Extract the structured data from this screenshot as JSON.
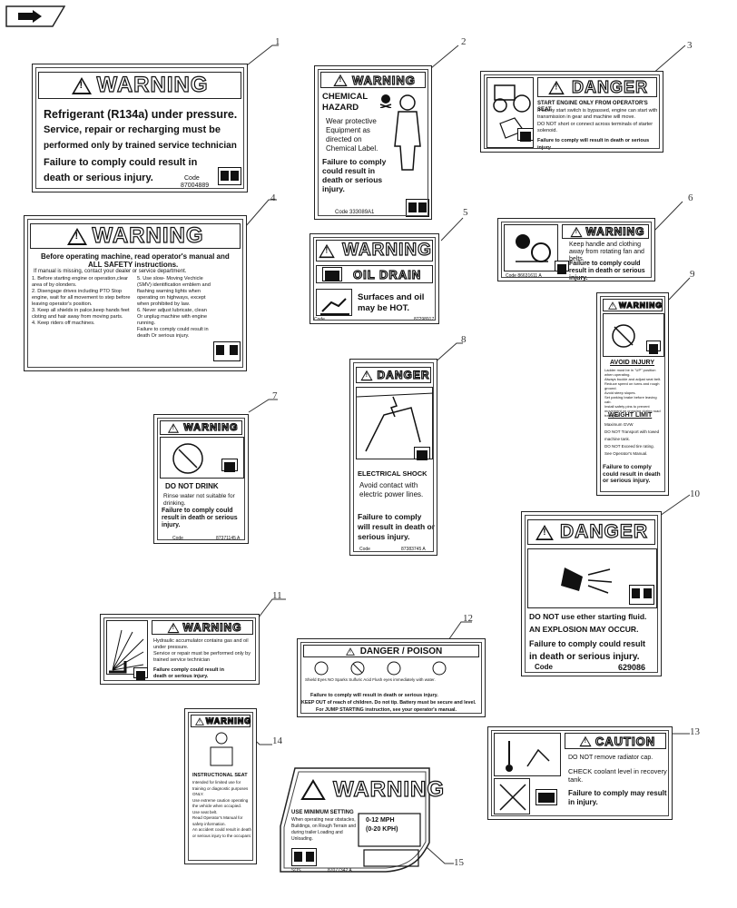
{
  "callouts": [
    "1",
    "2",
    "3",
    "4",
    "5",
    "6",
    "7",
    "8",
    "9",
    "10",
    "11",
    "12",
    "13",
    "14",
    "15"
  ],
  "decal1": {
    "header": "WARNING",
    "lines": [
      "Refrigerant (R134a) under pressure.",
      "Service, repair or recharging must be",
      "performed only by trained service technician",
      "Failure to comply could result in",
      "death or serious injury."
    ],
    "code_label": "Code",
    "code": "87004889"
  },
  "decal2": {
    "header": "WARNING",
    "title": "CHEMICAL HAZARD",
    "bullet": "Wear protective Equipment as directed on Chemical Label.",
    "fail": "Failure to comply could result in death or serious injury.",
    "code": "Code 333089A1"
  },
  "decal3": {
    "header": "DANGER",
    "line1": "START ENGINE ONLY FROM OPERATOR'S SEAT.",
    "line2": "If safety start switch is bypassed, engine can start with transmission in gear and machine will move.",
    "line3": "DO NOT short or connect across terminals of starter solenoid.",
    "fail": "Failure to comply will result in death or serious injury."
  },
  "decal4": {
    "header": "WARNING",
    "intro1": "Before operating machine, read operator's manual and",
    "intro2": "ALL SAFETY instructions.",
    "intro3": "If manual is missing, contact your dealer or service department.",
    "left": "1. Before starting engine or operation,clear area of by olonders.\n2. Disengage drives including PTO Stop engine, wait for all movement to step before leaving operator's position.\n3. Keep all shields in palce,keep hands feet cloting and hair away from moving parts.\n4. Keep riders off machines.",
    "right": "5. Use slow- Moving Vechicle (SMV) identification emblem and flashing warning lights when operating on highways, except when prohibited by law.\n6. Never adjust lubricate, clean Or unplug machine with engine running.\nFailure to comply could result in death Or serious injury."
  },
  "decal5": {
    "header": "WARNING",
    "sub": "OIL DRAIN",
    "text": "Surfaces and oil may be HOT.",
    "code_left": "Code",
    "code_right": "87298917"
  },
  "decal6": {
    "header": "WARNING",
    "text": "Keep handle and clothing away from rotating fan and belts.",
    "fail": "Failure to comply could result in death or serious injury.",
    "code": "Code 86631611 A"
  },
  "decal7": {
    "header": "WARNING",
    "title": "DO NOT DRINK",
    "bullet": "Rinse water not suitable for drinking.",
    "fail": "Failure to comply could result in death or serious injury.",
    "code_left": "Code",
    "code_right": "87371145 A"
  },
  "decal8": {
    "header": "DANGER",
    "title": "ELECTRICAL SHOCK",
    "bullet": "Avoid contact with electric power lines.",
    "fail": "Failure to comply will result in death or serious injury.",
    "code_left": "Code",
    "code_right": "87383745 A"
  },
  "decal9": {
    "header": "WARNING",
    "avoid": "AVOID INJURY",
    "items": "Ladder must be in \"UP\" position when operating.\nAlways buckle and adjust seat belt.\nReduce speed on turns and rough ground.\nAvoid steep slopes.\nSet parking brake before leaving cab.\nInstall safety pins to prevent movement on crossing during road transport.",
    "weight": "WEIGHT LIMIT",
    "weight_items": "Maximum GVW\nDO NOT Transport with towed machine tank.\nDO NOT Exceed tire rating.\nSee Operator's Manual.",
    "fail": "Failure to comply could result in death or serious injury."
  },
  "decal10": {
    "header": "DANGER",
    "line1": "DO NOT use ether starting fluid.",
    "line2": "AN EXPLOSION MAY OCCUR.",
    "line3": "Failure to comply could result",
    "line4": "in death or serious injury.",
    "code_label": "Code",
    "code": "629086"
  },
  "decal11": {
    "header": "WARNING",
    "b1": "Hydraulic accumulator contains gas and oil under pressure.",
    "b2": "Service or repair must be performed only by trained service technician",
    "fail": "Failure comply could result in death or serious injury."
  },
  "decal12": {
    "header": "DANGER / POISON",
    "icons": "Shield Eyes   NO Sparks   Sulfuric Acid   Flush eyes immediately with water.",
    "fail": "Failure to comply will result in death or serious injury.",
    "foot1": "KEEP OUT of reach of children. Do not tip. Battery must be secure and level.",
    "foot2": "For JUMP STARTING instruction, see your operator's manual."
  },
  "decal13": {
    "header": "CAUTION",
    "b1": "DO NOT remove radiator cap.",
    "b2": "CHECK coolant level in recovery tank.",
    "fail": "Failure to comply may result in injury."
  },
  "decal14": {
    "header": "WARNING",
    "title": "INSTRUCTIONAL SEAT",
    "items": "Intended for limited use for training or diagnostic purposes ONLY.\nUse extreme caution operating the vehicle when occupied.\nUse seat belt.\nRead Operator's Manual for safety information.\nAn accident could result in death or serious injury to the occupant."
  },
  "decal15": {
    "header": "WARNING",
    "sub": "USE MINIMUM SETTING",
    "text": "When operating near obstacles, Buildings, on Rough Terrain and during trailer Loading and Unloading.",
    "speed1": "0-12 MPH",
    "speed2": "(0-20 KPH)",
    "code_left": "SOS",
    "code_right": "87077342 A"
  }
}
